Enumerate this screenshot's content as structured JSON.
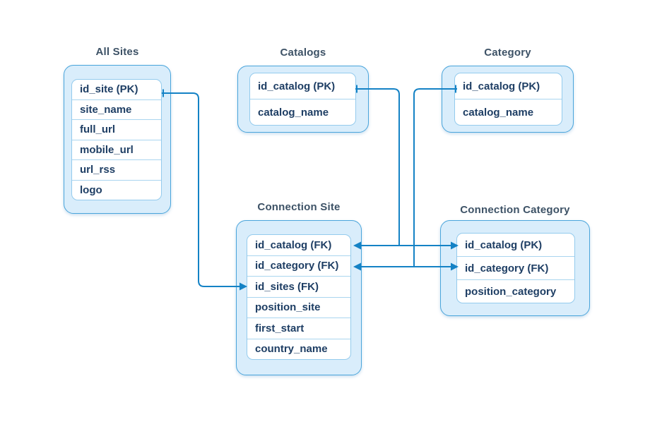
{
  "diagram": {
    "background": "#ffffff",
    "colors": {
      "box_fill": "#d9edfb",
      "box_border": "#4aa5db",
      "table_fill": "#ffffff",
      "table_border": "#94cbed",
      "row_divider": "#a9d5ef",
      "connector": "#1482c5",
      "title_text": "#3d5266",
      "row_text": "#1e3e64"
    },
    "entities": {
      "all_sites": {
        "title": "All Sites",
        "rows": [
          "id_site (PK)",
          "site_name",
          "full_url",
          "mobile_url",
          "url_rss",
          "logo"
        ]
      },
      "catalogs": {
        "title": "Catalogs",
        "rows": [
          "id_catalog (PK)",
          "catalog_name"
        ]
      },
      "category": {
        "title": "Category",
        "rows": [
          "id_catalog (PK)",
          "catalog_name"
        ]
      },
      "connection_site": {
        "title": "Connection Site",
        "rows": [
          "id_catalog (FK)",
          "id_category (FK)",
          "id_sites (FK)",
          "position_site",
          "first_start",
          "country_name"
        ]
      },
      "connection_category": {
        "title": "Connection Category",
        "rows": [
          "id_catalog (PK)",
          "id_category (FK)",
          "position_category"
        ]
      }
    },
    "relationships": [
      {
        "from": "All Sites.id_site (PK)",
        "to": "Connection Site.id_sites (FK)"
      },
      {
        "from": "Catalogs.id_catalog (PK)",
        "to": "Connection Site.id_catalog (FK)"
      },
      {
        "from": "Catalogs.id_catalog (PK)",
        "to": "Connection Category.id_catalog (PK)"
      },
      {
        "from": "Category.id_catalog (PK)",
        "to": "Connection Site.id_category (FK)"
      },
      {
        "from": "Category.id_catalog (PK)",
        "to": "Connection Category.id_category (FK)"
      }
    ]
  }
}
